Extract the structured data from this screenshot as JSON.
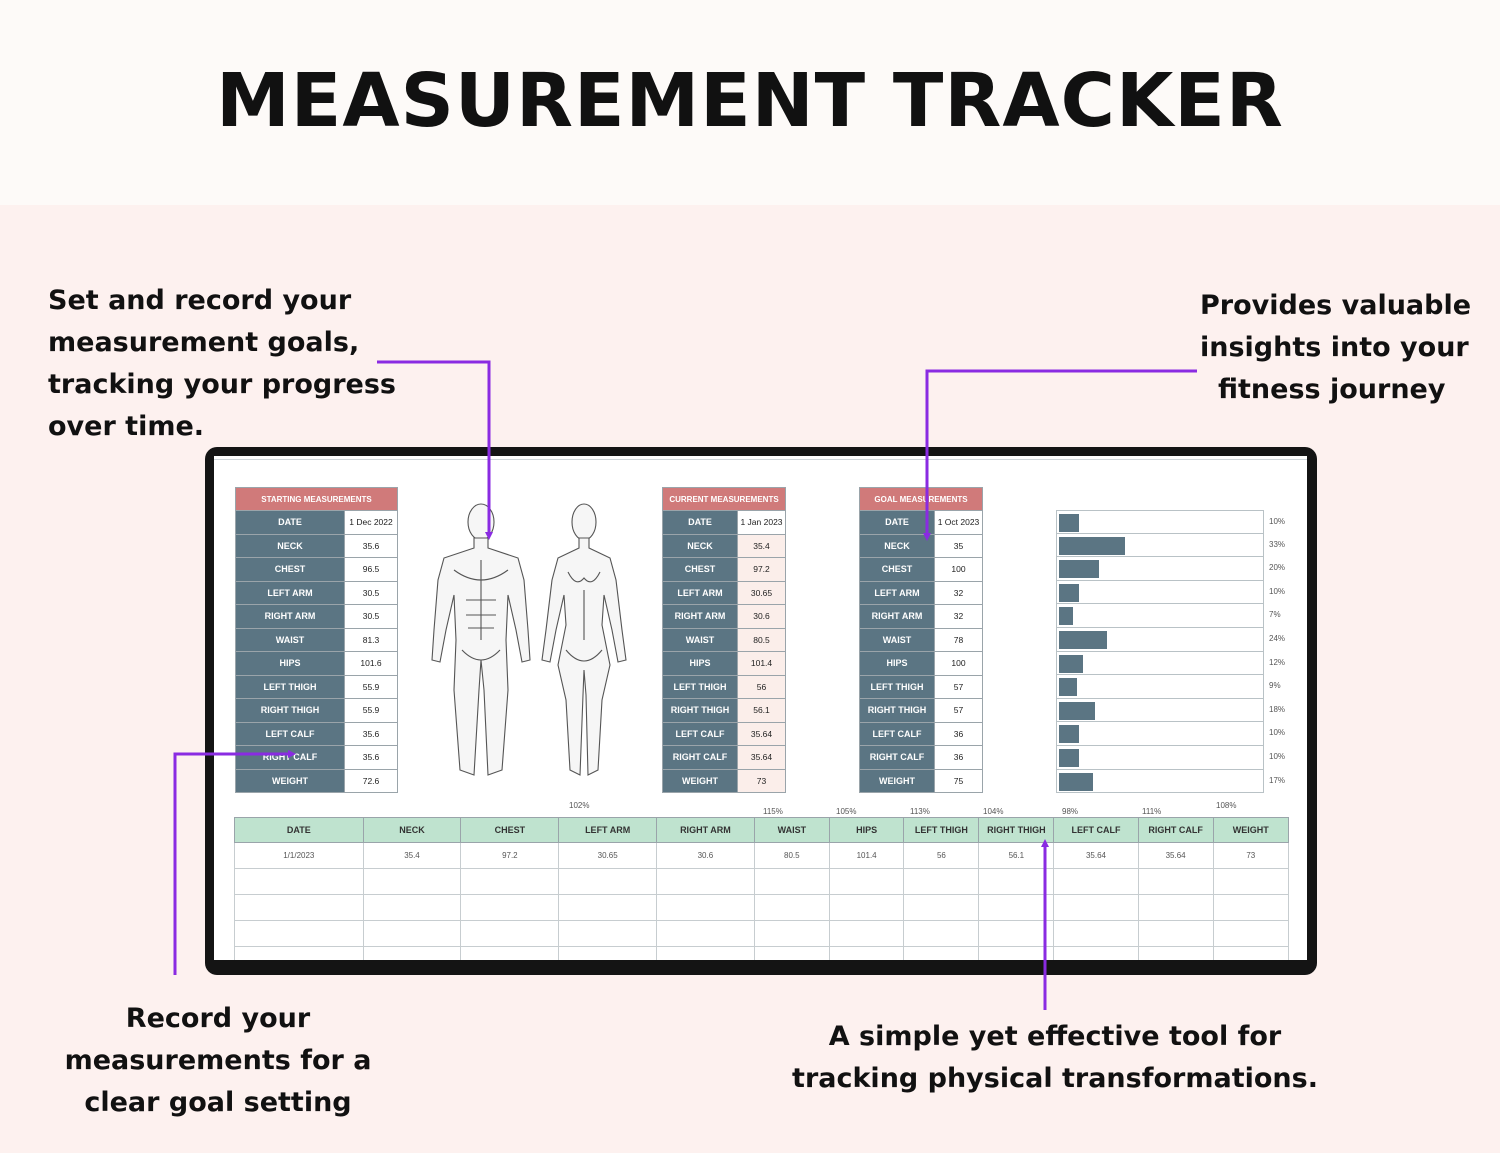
{
  "title": "MEASUREMENT TRACKER",
  "notes": {
    "top_left": [
      "Set and record your",
      "measurement goals,",
      "tracking your progress",
      "over time."
    ],
    "top_right": [
      "Provides valuable",
      "insights into your",
      "fitness journey"
    ],
    "bottom_left": [
      "Record your",
      "measurements for a",
      "clear goal setting"
    ],
    "bottom_right": [
      "A simple yet effective tool for",
      "tracking physical transformations."
    ]
  },
  "colors": {
    "accent_arrow": "#8a2be2",
    "label_bg": "#5b7583",
    "header_red": "#d07a7a",
    "log_header": "#bfe3cf"
  },
  "labels": [
    "DATE",
    "NECK",
    "CHEST",
    "LEFT ARM",
    "RIGHT ARM",
    "WAIST",
    "HIPS",
    "LEFT THIGH",
    "RIGHT THIGH",
    "LEFT CALF",
    "RIGHT CALF",
    "WEIGHT"
  ],
  "starting": {
    "header": "STARTING MEASUREMENTS",
    "values": [
      "1 Dec 2022",
      "35.6",
      "96.5",
      "30.5",
      "30.5",
      "81.3",
      "101.6",
      "55.9",
      "55.9",
      "35.6",
      "35.6",
      "72.6"
    ]
  },
  "current": {
    "header": "CURRENT MEASUREMENTS",
    "values": [
      "1 Jan 2023",
      "35.4",
      "97.2",
      "30.65",
      "30.6",
      "80.5",
      "101.4",
      "56",
      "56.1",
      "35.64",
      "35.64",
      "73"
    ]
  },
  "goal": {
    "header": "GOAL MEASUREMENTS",
    "values": [
      "1 Oct 2023",
      "35",
      "100",
      "32",
      "32",
      "78",
      "100",
      "57",
      "57",
      "36",
      "36",
      "75"
    ]
  },
  "progress": [
    {
      "percent": "10%",
      "fraction": 0.1
    },
    {
      "percent": "33%",
      "fraction": 0.33
    },
    {
      "percent": "20%",
      "fraction": 0.2
    },
    {
      "percent": "10%",
      "fraction": 0.1
    },
    {
      "percent": "7%",
      "fraction": 0.07
    },
    {
      "percent": "24%",
      "fraction": 0.24
    },
    {
      "percent": "12%",
      "fraction": 0.12
    },
    {
      "percent": "9%",
      "fraction": 0.09
    },
    {
      "percent": "18%",
      "fraction": 0.18
    },
    {
      "percent": "10%",
      "fraction": 0.1
    },
    {
      "percent": "10%",
      "fraction": 0.1
    },
    {
      "percent": "17%",
      "fraction": 0.17
    }
  ],
  "ratios": [
    "102%",
    "115%",
    "105%",
    "113%",
    "104%",
    "98%",
    "111%",
    "108%"
  ],
  "log": {
    "headers": [
      "DATE",
      "NECK",
      "CHEST",
      "LEFT ARM",
      "RIGHT ARM",
      "WAIST",
      "HIPS",
      "LEFT THIGH",
      "RIGHT THIGH",
      "LEFT CALF",
      "RIGHT CALF",
      "WEIGHT"
    ],
    "rows": [
      [
        "1/1/2023",
        "35.4",
        "97.2",
        "30.65",
        "30.6",
        "80.5",
        "101.4",
        "56",
        "56.1",
        "35.64",
        "35.64",
        "73"
      ]
    ],
    "empty_rows": 4
  }
}
